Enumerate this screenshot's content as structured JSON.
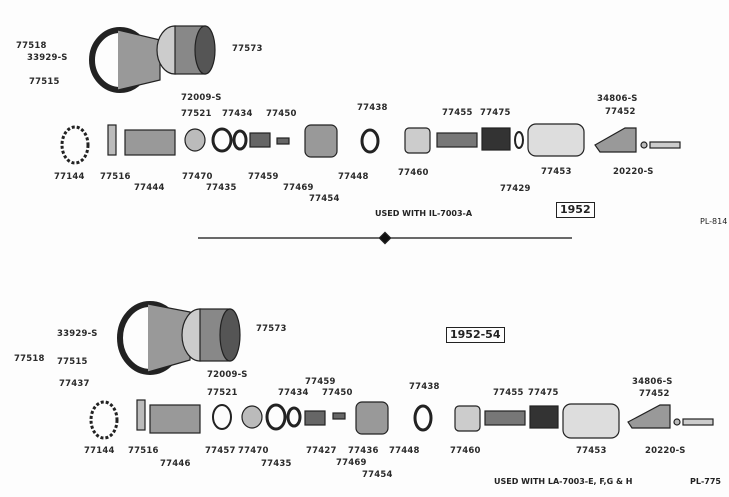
{
  "top": {
    "labels": [
      "77518",
      "33929-S",
      "77515",
      "77573",
      "72009-S",
      "77521",
      "77434",
      "77450",
      "77438",
      "77455",
      "77475",
      "34806-S",
      "77452",
      "77144",
      "77516",
      "77444",
      "77470",
      "77435",
      "77459",
      "77469",
      "77448",
      "77454",
      "77460",
      "77429",
      "77453",
      "20220-S"
    ],
    "used_with": "USED WITH IL-7003-A",
    "year": "1952",
    "plate": "PL-814"
  },
  "bottom": {
    "labels": [
      "33929-S",
      "77518",
      "77515",
      "77437",
      "77573",
      "72009-S",
      "77521",
      "77459",
      "77434",
      "77450",
      "77438",
      "77455",
      "77475",
      "34806-S",
      "77452",
      "77144",
      "77516",
      "77446",
      "77457",
      "77470",
      "77435",
      "77427",
      "77436",
      "77469",
      "77448",
      "77454",
      "77460",
      "77453",
      "20220-S"
    ],
    "used_with": "USED WITH LA-7003-E, F,G & H",
    "year": "1952-54",
    "plate": "PL-775"
  }
}
